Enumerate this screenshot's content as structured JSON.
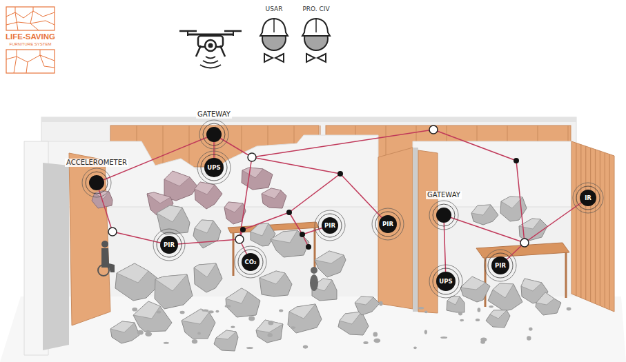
{
  "diagram": {
    "nodes": [
      {
        "text": [
          "GATEWAY"
        ]
      },
      {
        "text": [
          "UPS"
        ]
      },
      {
        "text": [
          "ACCELEROMETER"
        ]
      },
      {
        "text": [
          "PIR"
        ]
      },
      {
        "text": [
          "CO₂"
        ]
      },
      {
        "text": [
          "PIR"
        ]
      },
      {
        "text": [
          "PIR"
        ]
      },
      {
        "text": [
          "GATEWAY"
        ]
      },
      {
        "text": [
          "UPS"
        ]
      },
      {
        "text": [
          "PIR"
        ]
      },
      {
        "text": [
          "IR"
        ]
      }
    ],
    "edges": [
      {
        "from": 0,
        "to": 1,
        "arrow": "none"
      },
      {
        "from": 0,
        "to": 2,
        "arrow": "none"
      },
      {
        "from": 7,
        "to": 8,
        "arrow": "none"
      }
    ],
    "labels": [
      "LIFE-SAVING",
      "FURNITURE SYSTEM",
      "USAR",
      "PRO. CIV"
    ]
  }
}
